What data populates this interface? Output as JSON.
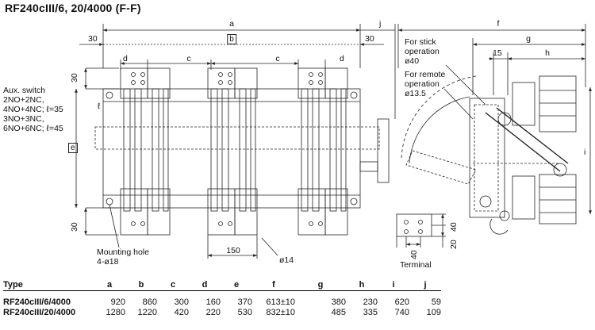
{
  "title": "RF240cIII/6, 20/4000 (F-F)",
  "front_view": {
    "dim_a": "a",
    "dim_b": "b",
    "dim_j": "j",
    "dim_30_left": "30",
    "dim_30_right": "30",
    "dim_c_1": "c",
    "dim_c_2": "c",
    "dim_d_1": "d",
    "dim_d_2": "d",
    "dim_30_top_v": "30",
    "dim_30_bottom_v": "30",
    "dim_e": "e",
    "dim_l": "ℓ",
    "dim_150": "150",
    "dim_phi14": "ø14",
    "aux_switch_lines": [
      "Aux. switch",
      "2NO+2NC,",
      "4NO+4NC; ℓ=35",
      "3NO+3NC,",
      "6NO+6NC; ℓ=45"
    ],
    "mounting_hole_lines": [
      "Mounting hole",
      "4-ø18"
    ]
  },
  "side_view": {
    "dim_f": "f",
    "dim_g": "g",
    "dim_h": "h",
    "dim_15": "15",
    "dim_i": "i",
    "stick_lines": [
      "For stick",
      "operation",
      "ø40"
    ],
    "remote_lines": [
      "For remote",
      "operation",
      "ø13.5"
    ]
  },
  "terminal": {
    "label": "Terminal",
    "dim_40_h": "40",
    "dim_40_v": "40",
    "dim_20": "20"
  },
  "table": {
    "headers": [
      "Type",
      "a",
      "b",
      "c",
      "d",
      "e",
      "f",
      "g",
      "h",
      "i",
      "j"
    ],
    "rows": [
      [
        "RF240cIII/6/4000",
        "920",
        "860",
        "300",
        "160",
        "370",
        "613±10",
        "380",
        "230",
        "620",
        "59"
      ],
      [
        "RF240cIII/20/4000",
        "1280",
        "1220",
        "420",
        "220",
        "530",
        "832±10",
        "485",
        "335",
        "740",
        "109"
      ]
    ]
  }
}
